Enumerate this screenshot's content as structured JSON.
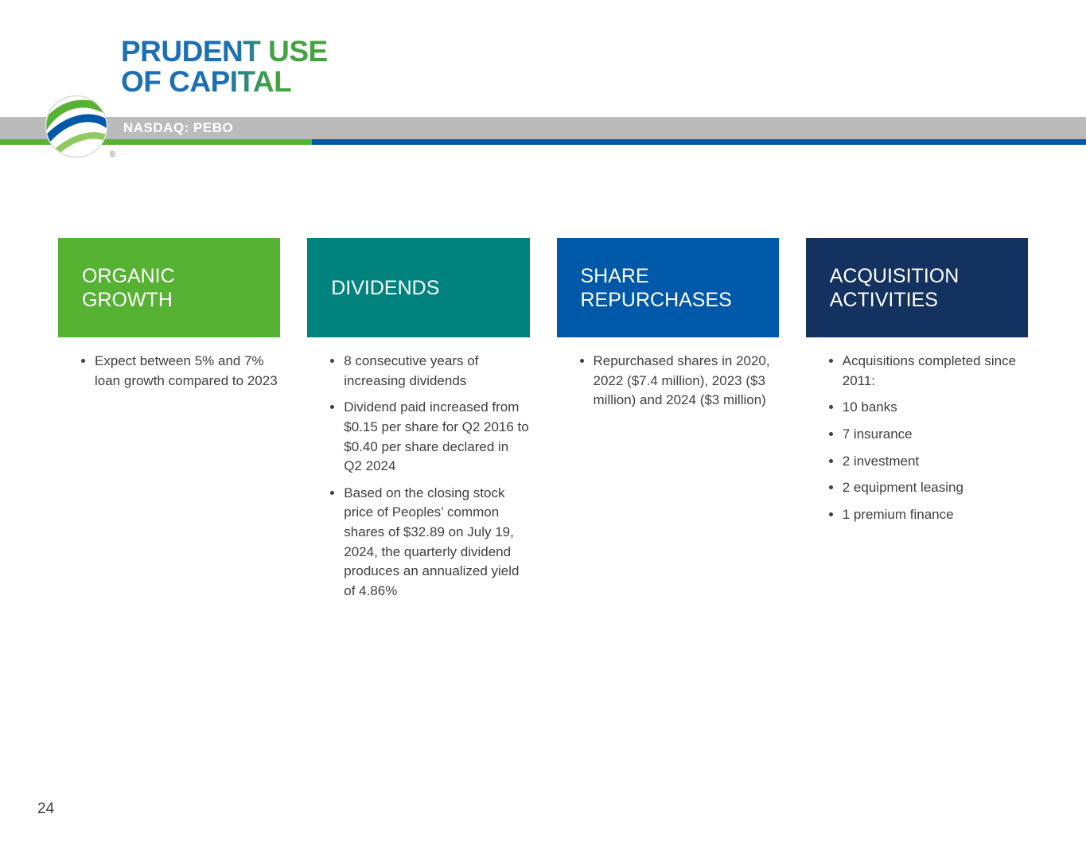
{
  "slide": {
    "title_line1": "PRUDENT USE",
    "title_line2": "OF CAPITAL",
    "page_number": "24"
  },
  "ticker_bar": {
    "label": "NASDAQ: PEBO"
  },
  "logo": {
    "name": "peoples-bancorp-logo",
    "registered_mark": "®"
  },
  "colors": {
    "title_blue": "#1b6fb5",
    "title_green": "#44a33f",
    "bar_gray": "#bbbbbb",
    "stripe_green": "#56b232",
    "stripe_blue": "#0058a8",
    "organic_growth_green": "#56b232",
    "dividends_teal": "#00837e",
    "share_repurchases_blue": "#0058a8",
    "acquisition_navy": "#14325f",
    "body_text": "#3f3f3f"
  },
  "columns": [
    {
      "title": "ORGANIC GROWTH",
      "color": "#56b232",
      "bullets": [
        "Expect between 5% and 7% loan growth compared to 2023"
      ]
    },
    {
      "title": "DIVIDENDS",
      "color": "#00837e",
      "bullets": [
        "8 consecutive years of increasing dividends",
        "Dividend paid increased from $0.15 per share for Q2 2016 to $0.40 per share declared in Q2 2024",
        "Based on the closing stock price of Peoples’ common shares of $32.89 on July 19, 2024, the quarterly dividend produces an annualized yield of 4.86%"
      ]
    },
    {
      "title": "SHARE REPURCHASES",
      "color": "#0058a8",
      "bullets": [
        "Repurchased shares in 2020, 2022 ($7.4 million), 2023 ($3 million) and 2024 ($3 million)"
      ]
    },
    {
      "title": "ACQUISITION ACTIVITIES",
      "color": "#14325f",
      "bullets": [
        "Acquisitions completed since 2011:",
        "10 banks",
        "7 insurance",
        "2 investment",
        "2 equipment leasing",
        "1 premium finance"
      ]
    }
  ]
}
